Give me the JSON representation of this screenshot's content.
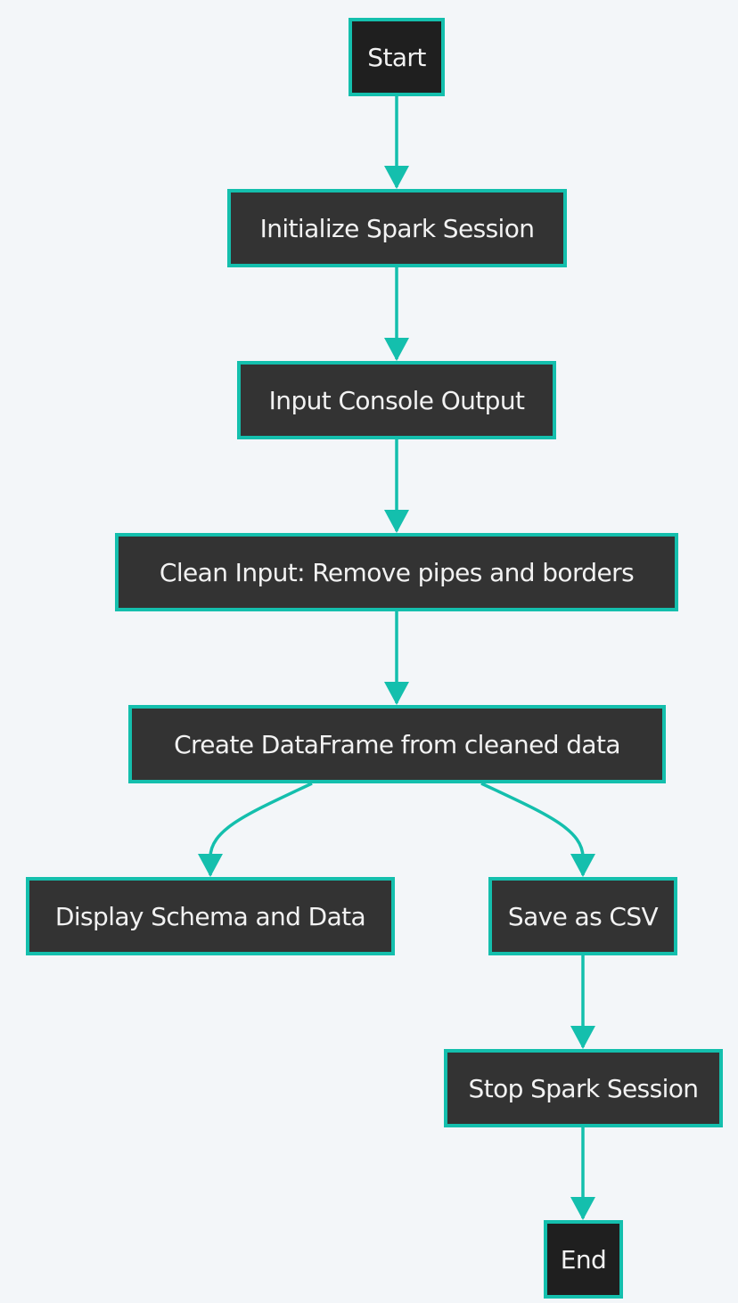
{
  "diagram": {
    "type": "flowchart",
    "direction": "top-to-bottom",
    "colors": {
      "background": "#f3f6f9",
      "node_fill": "#333333",
      "terminal_fill": "#1f1f1f",
      "node_border": "#14bfad",
      "edge": "#14bfad",
      "text": "#f2f2f2"
    },
    "nodes": {
      "start": "Start",
      "init": "Initialize Spark Session",
      "input": "Input Console Output",
      "clean": "Clean Input: Remove pipes and borders",
      "create": "Create DataFrame from cleaned data",
      "display": "Display Schema and Data",
      "save": "Save as CSV",
      "stop": "Stop Spark Session",
      "end": "End"
    },
    "edges": [
      [
        "start",
        "init"
      ],
      [
        "init",
        "input"
      ],
      [
        "input",
        "clean"
      ],
      [
        "clean",
        "create"
      ],
      [
        "create",
        "display"
      ],
      [
        "create",
        "save"
      ],
      [
        "save",
        "stop"
      ],
      [
        "stop",
        "end"
      ]
    ]
  }
}
